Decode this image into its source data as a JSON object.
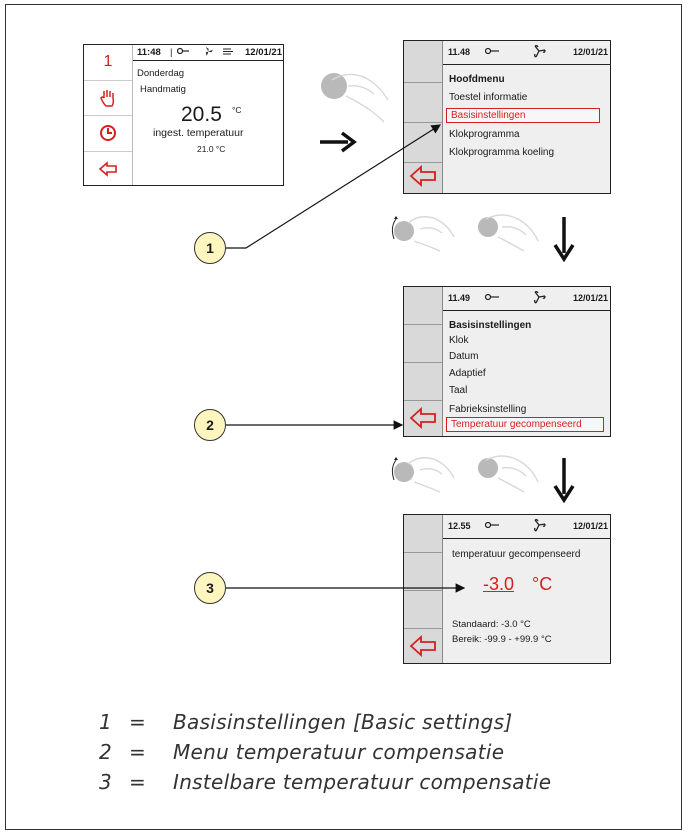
{
  "screen1": {
    "time": "11:48",
    "date": "12/01/21",
    "day": "Donderdag",
    "mode": "Handmatig",
    "temp_value": "20.5",
    "temp_unit": "°C",
    "temp_label": "ingest. temperatuur",
    "setpoint": "21.0 °C",
    "side_number": "1"
  },
  "screen2": {
    "time": "11.48",
    "date": "12/01/21",
    "title": "Hoofdmenu",
    "items": [
      "Toestel informatie",
      "Basisinstellingen",
      "Klokprogramma",
      "Klokprogramma koeling"
    ]
  },
  "screen3": {
    "time": "11.49",
    "date": "12/01/21",
    "title": "Basisinstellingen",
    "items": [
      "Klok",
      "Datum",
      "Adaptief",
      "Taal",
      "Fabrieksinstelling",
      "Temperatuur gecompenseerd"
    ]
  },
  "screen4": {
    "time": "12.55",
    "date": "12/01/21",
    "title": "temperatuur gecompenseerd",
    "value": "-3.0",
    "unit": "°C",
    "default": "Standaard: -3.0 °C",
    "range": "Bereik: -99.9 - +99.9 °C"
  },
  "callouts": [
    "1",
    "2",
    "3"
  ],
  "legend": [
    {
      "num": "1",
      "eq": "=",
      "text": "Basisinstellingen [Basic settings]"
    },
    {
      "num": "2",
      "eq": "=",
      "text": "Menu temperatuur compensatie"
    },
    {
      "num": "3",
      "eq": "=",
      "text": "Instelbare temperatuur compensatie"
    }
  ],
  "colors": {
    "accent": "#d42020",
    "callout_fill": "#fff6bf",
    "screen_bg": "#efefef"
  },
  "icons": [
    "hand-icon",
    "clock-icon",
    "back-arrow-icon",
    "fan-icon",
    "key-icon",
    "knob-press-icon",
    "knob-rotate-icon"
  ]
}
